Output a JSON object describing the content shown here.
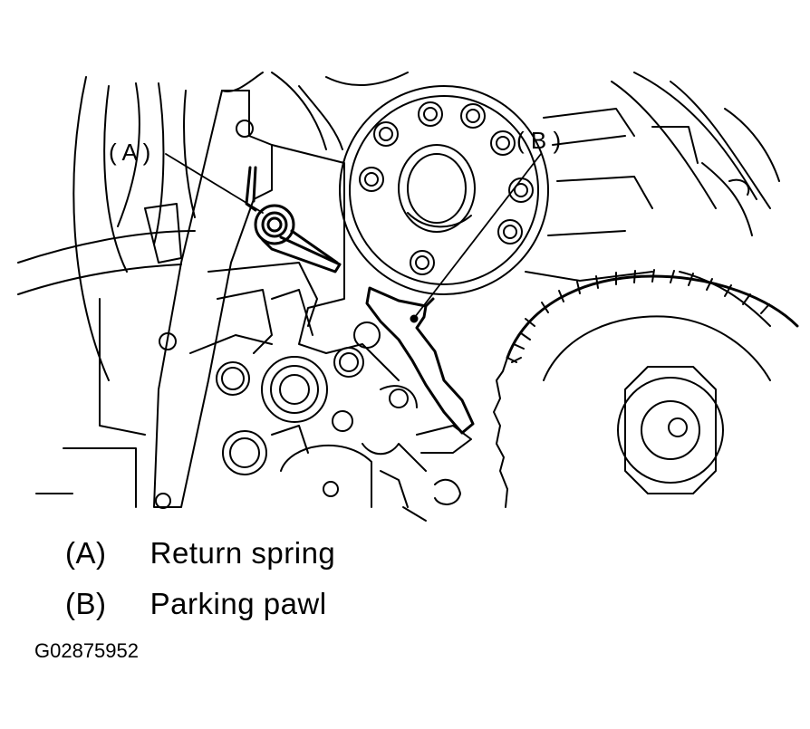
{
  "callouts": {
    "a": "( A )",
    "b": "( B )"
  },
  "legend": [
    {
      "key": "(A)",
      "label": "Return spring"
    },
    {
      "key": "(B)",
      "label": "Parking pawl"
    }
  ],
  "figure_id": "G02875952"
}
